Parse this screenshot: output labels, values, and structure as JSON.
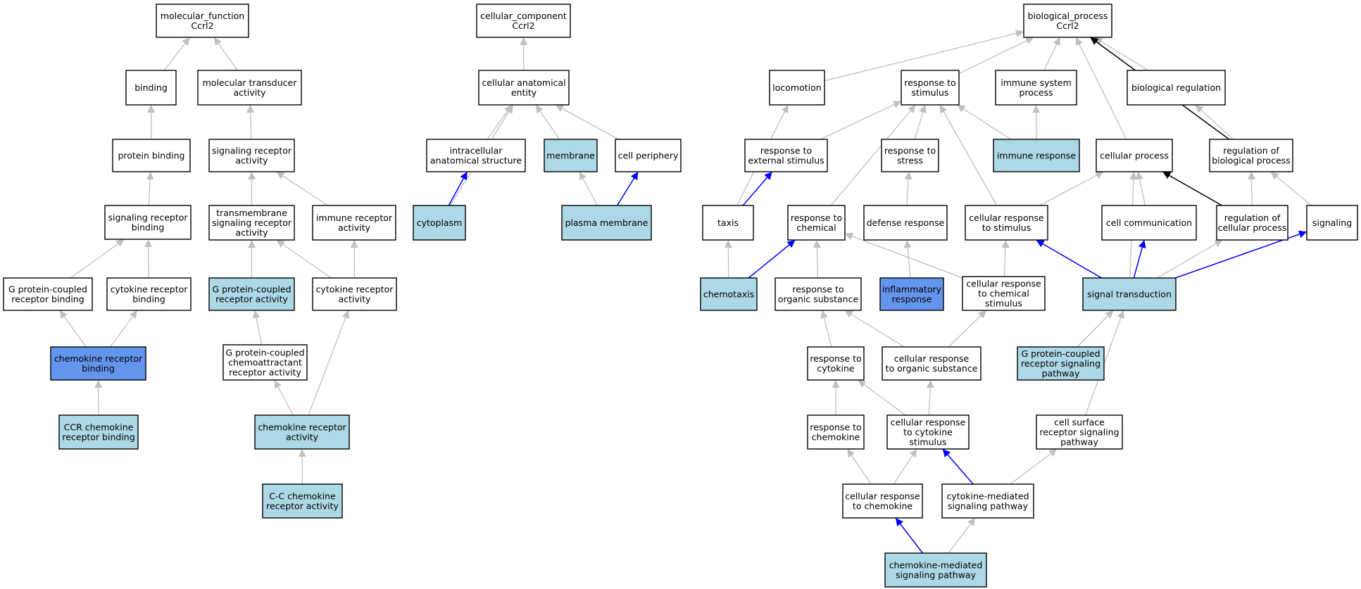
{
  "colors": {
    "plain": "#ffffff",
    "annotated": "#add8e6",
    "highlight": "#6495ed",
    "edge_is_a": "#c0c0c0",
    "edge_part_of": "#0000ff",
    "edge_regulates": "#000000"
  },
  "nodes": [
    {
      "id": "mf",
      "label": [
        "molecular_function",
        "Ccrl2"
      ],
      "fill": "plain"
    },
    {
      "id": "binding",
      "label": [
        "binding"
      ],
      "fill": "plain"
    },
    {
      "id": "mta",
      "label": [
        "molecular transducer",
        "activity"
      ],
      "fill": "plain"
    },
    {
      "id": "pb",
      "label": [
        "protein binding"
      ],
      "fill": "plain"
    },
    {
      "id": "sra",
      "label": [
        "signaling receptor",
        "activity"
      ],
      "fill": "plain"
    },
    {
      "id": "srb",
      "label": [
        "signaling receptor",
        "binding"
      ],
      "fill": "plain"
    },
    {
      "id": "tmsra",
      "label": [
        "transmembrane",
        "signaling receptor",
        "activity"
      ],
      "fill": "plain"
    },
    {
      "id": "ira",
      "label": [
        "immune receptor",
        "activity"
      ],
      "fill": "plain"
    },
    {
      "id": "gpcrb",
      "label": [
        "G protein-coupled",
        "receptor binding"
      ],
      "fill": "plain"
    },
    {
      "id": "crb",
      "label": [
        "cytokine receptor",
        "binding"
      ],
      "fill": "plain"
    },
    {
      "id": "gpcra",
      "label": [
        "G protein-coupled",
        "receptor activity"
      ],
      "fill": "annotated"
    },
    {
      "id": "cra",
      "label": [
        "cytokine receptor",
        "activity"
      ],
      "fill": "plain"
    },
    {
      "id": "chrb",
      "label": [
        "chemokine receptor",
        "binding"
      ],
      "fill": "highlight"
    },
    {
      "id": "gpcchemo",
      "label": [
        "G protein-coupled",
        "chemoattractant",
        "receptor activity"
      ],
      "fill": "plain"
    },
    {
      "id": "ccrb",
      "label": [
        "CCR chemokine",
        "receptor binding"
      ],
      "fill": "annotated"
    },
    {
      "id": "chra",
      "label": [
        "chemokine receptor",
        "activity"
      ],
      "fill": "annotated"
    },
    {
      "id": "ccra",
      "label": [
        "C-C chemokine",
        "receptor activity"
      ],
      "fill": "annotated"
    },
    {
      "id": "cc",
      "label": [
        "cellular_component",
        "Ccrl2"
      ],
      "fill": "plain"
    },
    {
      "id": "cae",
      "label": [
        "cellular anatomical",
        "entity"
      ],
      "fill": "plain"
    },
    {
      "id": "ias",
      "label": [
        "intracellular",
        "anatomical structure"
      ],
      "fill": "plain"
    },
    {
      "id": "mem",
      "label": [
        "membrane"
      ],
      "fill": "annotated"
    },
    {
      "id": "cp",
      "label": [
        "cell periphery"
      ],
      "fill": "plain"
    },
    {
      "id": "cyto",
      "label": [
        "cytoplasm"
      ],
      "fill": "annotated"
    },
    {
      "id": "pm",
      "label": [
        "plasma membrane"
      ],
      "fill": "annotated"
    },
    {
      "id": "bp",
      "label": [
        "biological_process",
        "Ccrl2"
      ],
      "fill": "plain"
    },
    {
      "id": "loc",
      "label": [
        "locomotion"
      ],
      "fill": "plain"
    },
    {
      "id": "rts",
      "label": [
        "response to",
        "stimulus"
      ],
      "fill": "plain"
    },
    {
      "id": "isp",
      "label": [
        "immune system",
        "process"
      ],
      "fill": "plain"
    },
    {
      "id": "breg",
      "label": [
        "biological regulation"
      ],
      "fill": "plain"
    },
    {
      "id": "res",
      "label": [
        "response to",
        "external stimulus"
      ],
      "fill": "plain"
    },
    {
      "id": "rstress",
      "label": [
        "response to",
        "stress"
      ],
      "fill": "plain"
    },
    {
      "id": "ir",
      "label": [
        "immune response"
      ],
      "fill": "annotated"
    },
    {
      "id": "cellp",
      "label": [
        "cellular process"
      ],
      "fill": "plain"
    },
    {
      "id": "rbp",
      "label": [
        "regulation of",
        "biological process"
      ],
      "fill": "plain"
    },
    {
      "id": "taxis",
      "label": [
        "taxis"
      ],
      "fill": "plain"
    },
    {
      "id": "rchem",
      "label": [
        "response to",
        "chemical"
      ],
      "fill": "plain"
    },
    {
      "id": "def",
      "label": [
        "defense response"
      ],
      "fill": "plain"
    },
    {
      "id": "crs",
      "label": [
        "cellular response",
        "to stimulus"
      ],
      "fill": "plain"
    },
    {
      "id": "cc2",
      "label": [
        "cell communication"
      ],
      "fill": "plain"
    },
    {
      "id": "rcp",
      "label": [
        "regulation of",
        "cellular process"
      ],
      "fill": "plain"
    },
    {
      "id": "sig",
      "label": [
        "signaling"
      ],
      "fill": "plain"
    },
    {
      "id": "chemotaxis",
      "label": [
        "chemotaxis"
      ],
      "fill": "annotated"
    },
    {
      "id": "ros",
      "label": [
        "response to",
        "organic substance"
      ],
      "fill": "plain"
    },
    {
      "id": "inflam",
      "label": [
        "inflammatory",
        "response"
      ],
      "fill": "highlight"
    },
    {
      "id": "crcs",
      "label": [
        "cellular response",
        "to chemical",
        "stimulus"
      ],
      "fill": "plain"
    },
    {
      "id": "st",
      "label": [
        "signal transduction"
      ],
      "fill": "annotated"
    },
    {
      "id": "rcyt",
      "label": [
        "response to",
        "cytokine"
      ],
      "fill": "plain"
    },
    {
      "id": "cros",
      "label": [
        "cellular response",
        "to organic substance"
      ],
      "fill": "plain"
    },
    {
      "id": "gpcrsp",
      "label": [
        "G protein-coupled",
        "receptor signaling",
        "pathway"
      ],
      "fill": "annotated"
    },
    {
      "id": "rchemk",
      "label": [
        "response to",
        "chemokine"
      ],
      "fill": "plain"
    },
    {
      "id": "crcyt",
      "label": [
        "cellular response",
        "to cytokine",
        "stimulus"
      ],
      "fill": "plain"
    },
    {
      "id": "csrsp",
      "label": [
        "cell surface",
        "receptor signaling",
        "pathway"
      ],
      "fill": "plain"
    },
    {
      "id": "crchemk",
      "label": [
        "cellular response",
        "to chemokine"
      ],
      "fill": "plain"
    },
    {
      "id": "cmsp",
      "label": [
        "cytokine-mediated",
        "signaling pathway"
      ],
      "fill": "plain"
    },
    {
      "id": "chmsp",
      "label": [
        "chemokine-mediated",
        "signaling pathway"
      ],
      "fill": "annotated"
    }
  ],
  "edges": [
    {
      "from": "binding",
      "to": "mf",
      "type": "is_a"
    },
    {
      "from": "mta",
      "to": "mf",
      "type": "is_a"
    },
    {
      "from": "pb",
      "to": "binding",
      "type": "is_a"
    },
    {
      "from": "sra",
      "to": "mta",
      "type": "is_a"
    },
    {
      "from": "srb",
      "to": "pb",
      "type": "is_a"
    },
    {
      "from": "tmsra",
      "to": "sra",
      "type": "is_a"
    },
    {
      "from": "ira",
      "to": "sra",
      "type": "is_a"
    },
    {
      "from": "gpcrb",
      "to": "srb",
      "type": "is_a"
    },
    {
      "from": "crb",
      "to": "srb",
      "type": "is_a"
    },
    {
      "from": "gpcra",
      "to": "tmsra",
      "type": "is_a"
    },
    {
      "from": "cra",
      "to": "tmsra",
      "type": "is_a"
    },
    {
      "from": "cra",
      "to": "ira",
      "type": "is_a"
    },
    {
      "from": "chrb",
      "to": "gpcrb",
      "type": "is_a"
    },
    {
      "from": "chrb",
      "to": "crb",
      "type": "is_a"
    },
    {
      "from": "gpcchemo",
      "to": "gpcra",
      "type": "is_a"
    },
    {
      "from": "ccrb",
      "to": "chrb",
      "type": "is_a"
    },
    {
      "from": "chra",
      "to": "gpcchemo",
      "type": "is_a"
    },
    {
      "from": "chra",
      "to": "cra",
      "type": "is_a"
    },
    {
      "from": "ccra",
      "to": "chra",
      "type": "is_a"
    },
    {
      "from": "cae",
      "to": "cc",
      "type": "is_a"
    },
    {
      "from": "ias",
      "to": "cae",
      "type": "is_a"
    },
    {
      "from": "mem",
      "to": "cae",
      "type": "is_a"
    },
    {
      "from": "cp",
      "to": "cae",
      "type": "is_a"
    },
    {
      "from": "cyto",
      "to": "cae",
      "type": "is_a"
    },
    {
      "from": "cyto",
      "to": "ias",
      "type": "part_of"
    },
    {
      "from": "pm",
      "to": "mem",
      "type": "is_a"
    },
    {
      "from": "pm",
      "to": "cp",
      "type": "part_of"
    },
    {
      "from": "loc",
      "to": "bp",
      "type": "is_a"
    },
    {
      "from": "rts",
      "to": "bp",
      "type": "is_a"
    },
    {
      "from": "isp",
      "to": "bp",
      "type": "is_a"
    },
    {
      "from": "breg",
      "to": "bp",
      "type": "is_a"
    },
    {
      "from": "cellp",
      "to": "bp",
      "type": "is_a"
    },
    {
      "from": "rbp",
      "to": "bp",
      "type": "regulates"
    },
    {
      "from": "res",
      "to": "rts",
      "type": "is_a"
    },
    {
      "from": "rstress",
      "to": "rts",
      "type": "is_a"
    },
    {
      "from": "ir",
      "to": "rts",
      "type": "is_a"
    },
    {
      "from": "ir",
      "to": "isp",
      "type": "is_a"
    },
    {
      "from": "rchem",
      "to": "rts",
      "type": "is_a"
    },
    {
      "from": "crs",
      "to": "rts",
      "type": "is_a"
    },
    {
      "from": "rbp",
      "to": "breg",
      "type": "is_a"
    },
    {
      "from": "taxis",
      "to": "loc",
      "type": "is_a"
    },
    {
      "from": "taxis",
      "to": "res",
      "type": "part_of"
    },
    {
      "from": "def",
      "to": "rstress",
      "type": "is_a"
    },
    {
      "from": "crs",
      "to": "cellp",
      "type": "is_a"
    },
    {
      "from": "cc2",
      "to": "cellp",
      "type": "is_a"
    },
    {
      "from": "rcp",
      "to": "cellp",
      "type": "regulates"
    },
    {
      "from": "rcp",
      "to": "rbp",
      "type": "is_a"
    },
    {
      "from": "sig",
      "to": "rbp",
      "type": "is_a"
    },
    {
      "from": "chemotaxis",
      "to": "taxis",
      "type": "is_a"
    },
    {
      "from": "chemotaxis",
      "to": "rchem",
      "type": "part_of"
    },
    {
      "from": "ros",
      "to": "rchem",
      "type": "is_a"
    },
    {
      "from": "inflam",
      "to": "def",
      "type": "is_a"
    },
    {
      "from": "crcs",
      "to": "rchem",
      "type": "is_a"
    },
    {
      "from": "crcs",
      "to": "crs",
      "type": "is_a"
    },
    {
      "from": "st",
      "to": "cellp",
      "type": "is_a"
    },
    {
      "from": "st",
      "to": "crs",
      "type": "part_of"
    },
    {
      "from": "st",
      "to": "cc2",
      "type": "part_of"
    },
    {
      "from": "st",
      "to": "rcp",
      "type": "is_a"
    },
    {
      "from": "st",
      "to": "sig",
      "type": "part_of"
    },
    {
      "from": "rcyt",
      "to": "ros",
      "type": "is_a"
    },
    {
      "from": "cros",
      "to": "ros",
      "type": "is_a"
    },
    {
      "from": "cros",
      "to": "crcs",
      "type": "is_a"
    },
    {
      "from": "gpcrsp",
      "to": "st",
      "type": "is_a"
    },
    {
      "from": "rchemk",
      "to": "rcyt",
      "type": "is_a"
    },
    {
      "from": "crcyt",
      "to": "rcyt",
      "type": "is_a"
    },
    {
      "from": "crcyt",
      "to": "cros",
      "type": "is_a"
    },
    {
      "from": "csrsp",
      "to": "st",
      "type": "is_a"
    },
    {
      "from": "crchemk",
      "to": "rchemk",
      "type": "is_a"
    },
    {
      "from": "crchemk",
      "to": "crcyt",
      "type": "is_a"
    },
    {
      "from": "cmsp",
      "to": "crcyt",
      "type": "part_of"
    },
    {
      "from": "cmsp",
      "to": "csrsp",
      "type": "is_a"
    },
    {
      "from": "chmsp",
      "to": "crchemk",
      "type": "part_of"
    },
    {
      "from": "chmsp",
      "to": "cmsp",
      "type": "is_a"
    }
  ]
}
